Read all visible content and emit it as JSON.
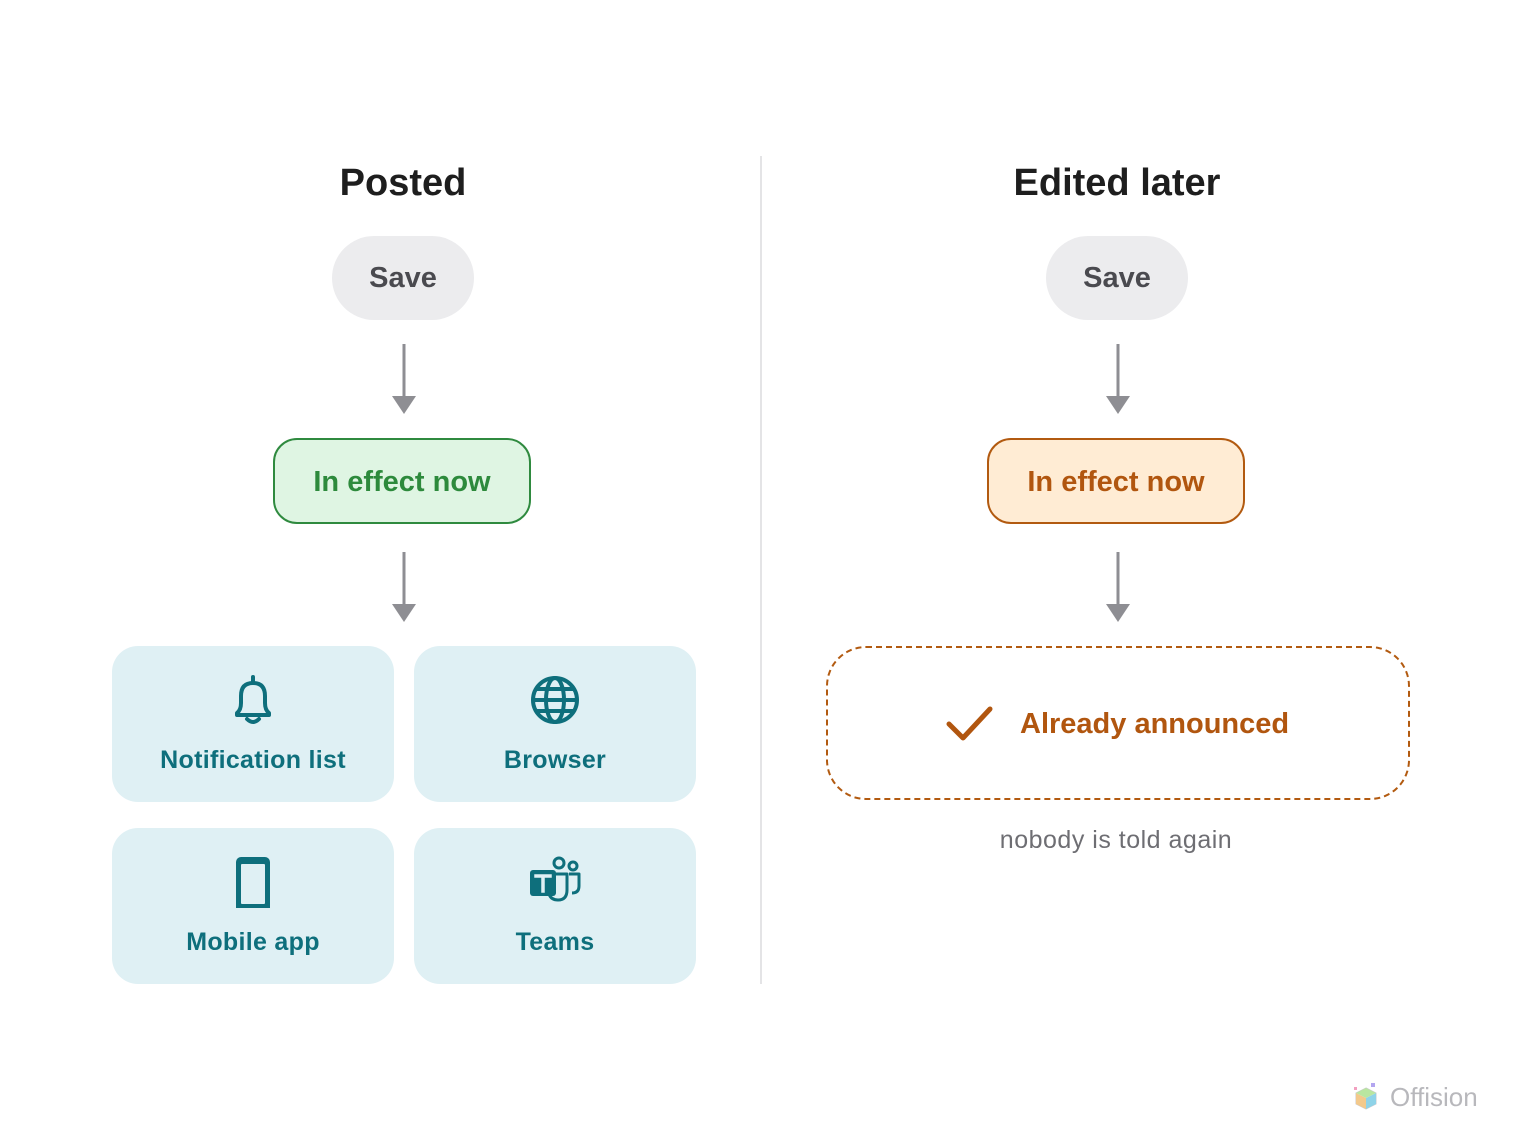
{
  "columns": {
    "posted": {
      "title": "Posted",
      "save_label": "Save",
      "state_label": "In effect now",
      "channels": [
        {
          "label": "Notification list",
          "icon": "bell-icon"
        },
        {
          "label": "Browser",
          "icon": "globe-icon"
        },
        {
          "label": "Mobile app",
          "icon": "phone-icon"
        },
        {
          "label": "Teams",
          "icon": "teams-icon"
        }
      ]
    },
    "edited": {
      "title": "Edited later",
      "save_label": "Save",
      "state_label": "In effect now",
      "outcome_label": "Already announced",
      "outcome_icon": "check-icon",
      "caption": "nobody is told again"
    }
  },
  "colors": {
    "green_accent": "#2d8a3c",
    "green_fill": "#dff5e3",
    "orange_accent": "#b1560f",
    "orange_fill": "#ffecd4",
    "teal_text": "#0e6f7c",
    "teal_fill": "#dff0f4",
    "neutral_fill": "#ececee",
    "arrow": "#8e8e93"
  },
  "brand": {
    "name": "Offision",
    "icon": "offision-logo-icon"
  }
}
